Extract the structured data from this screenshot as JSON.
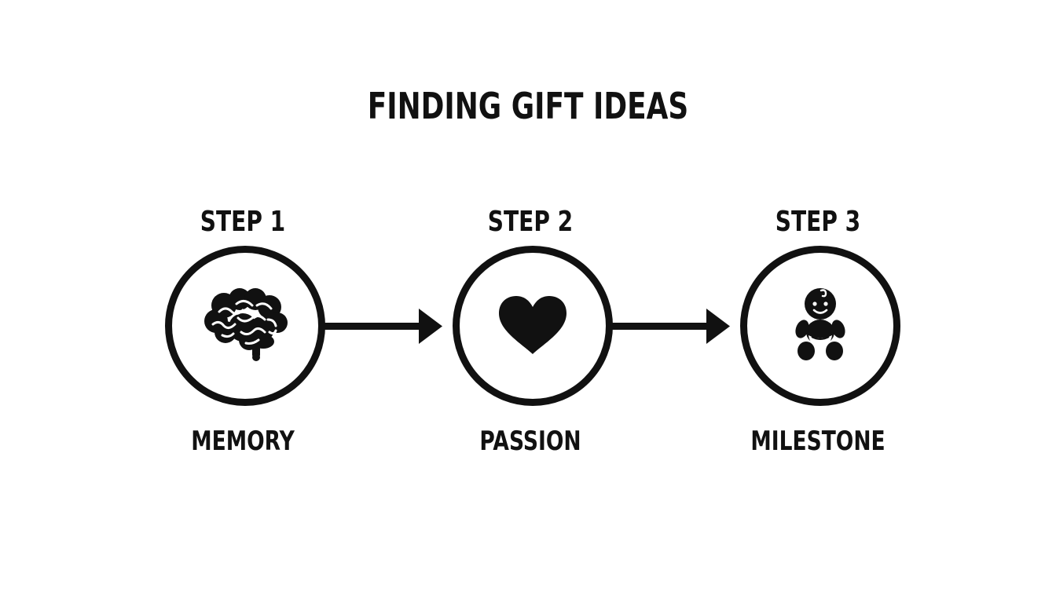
{
  "title": "FINDING GIFT IDEAS",
  "steps": [
    {
      "heading": "STEP 1",
      "label": "MEMORY",
      "icon": "brain-icon"
    },
    {
      "heading": "STEP 2",
      "label": "PASSION",
      "icon": "heart-icon"
    },
    {
      "heading": "STEP 3",
      "label": "MILESTONE",
      "icon": "baby-icon"
    }
  ],
  "colors": {
    "ink": "#111111",
    "background": "#ffffff"
  }
}
